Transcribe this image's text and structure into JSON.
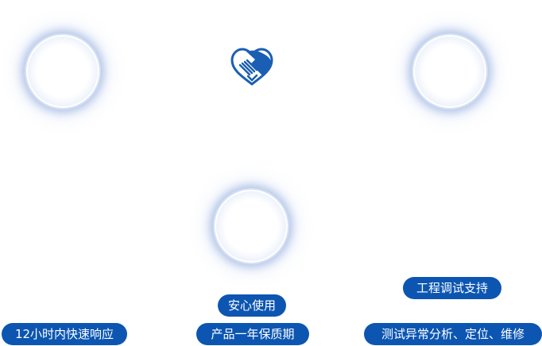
{
  "features": {
    "support_label": "安心使用",
    "response_label": "12小时内快速响应",
    "warranty_label": "产品一年保质期",
    "debug_label": "工程调试支持",
    "repair_label": "测试异常分析、定位、维修"
  },
  "colors": {
    "pill_bg": "#0c56b2",
    "pill_text": "#ffffff",
    "icon": "#1a5fb4"
  },
  "icons": [
    "ring-icon",
    "handshake-heart-icon"
  ]
}
